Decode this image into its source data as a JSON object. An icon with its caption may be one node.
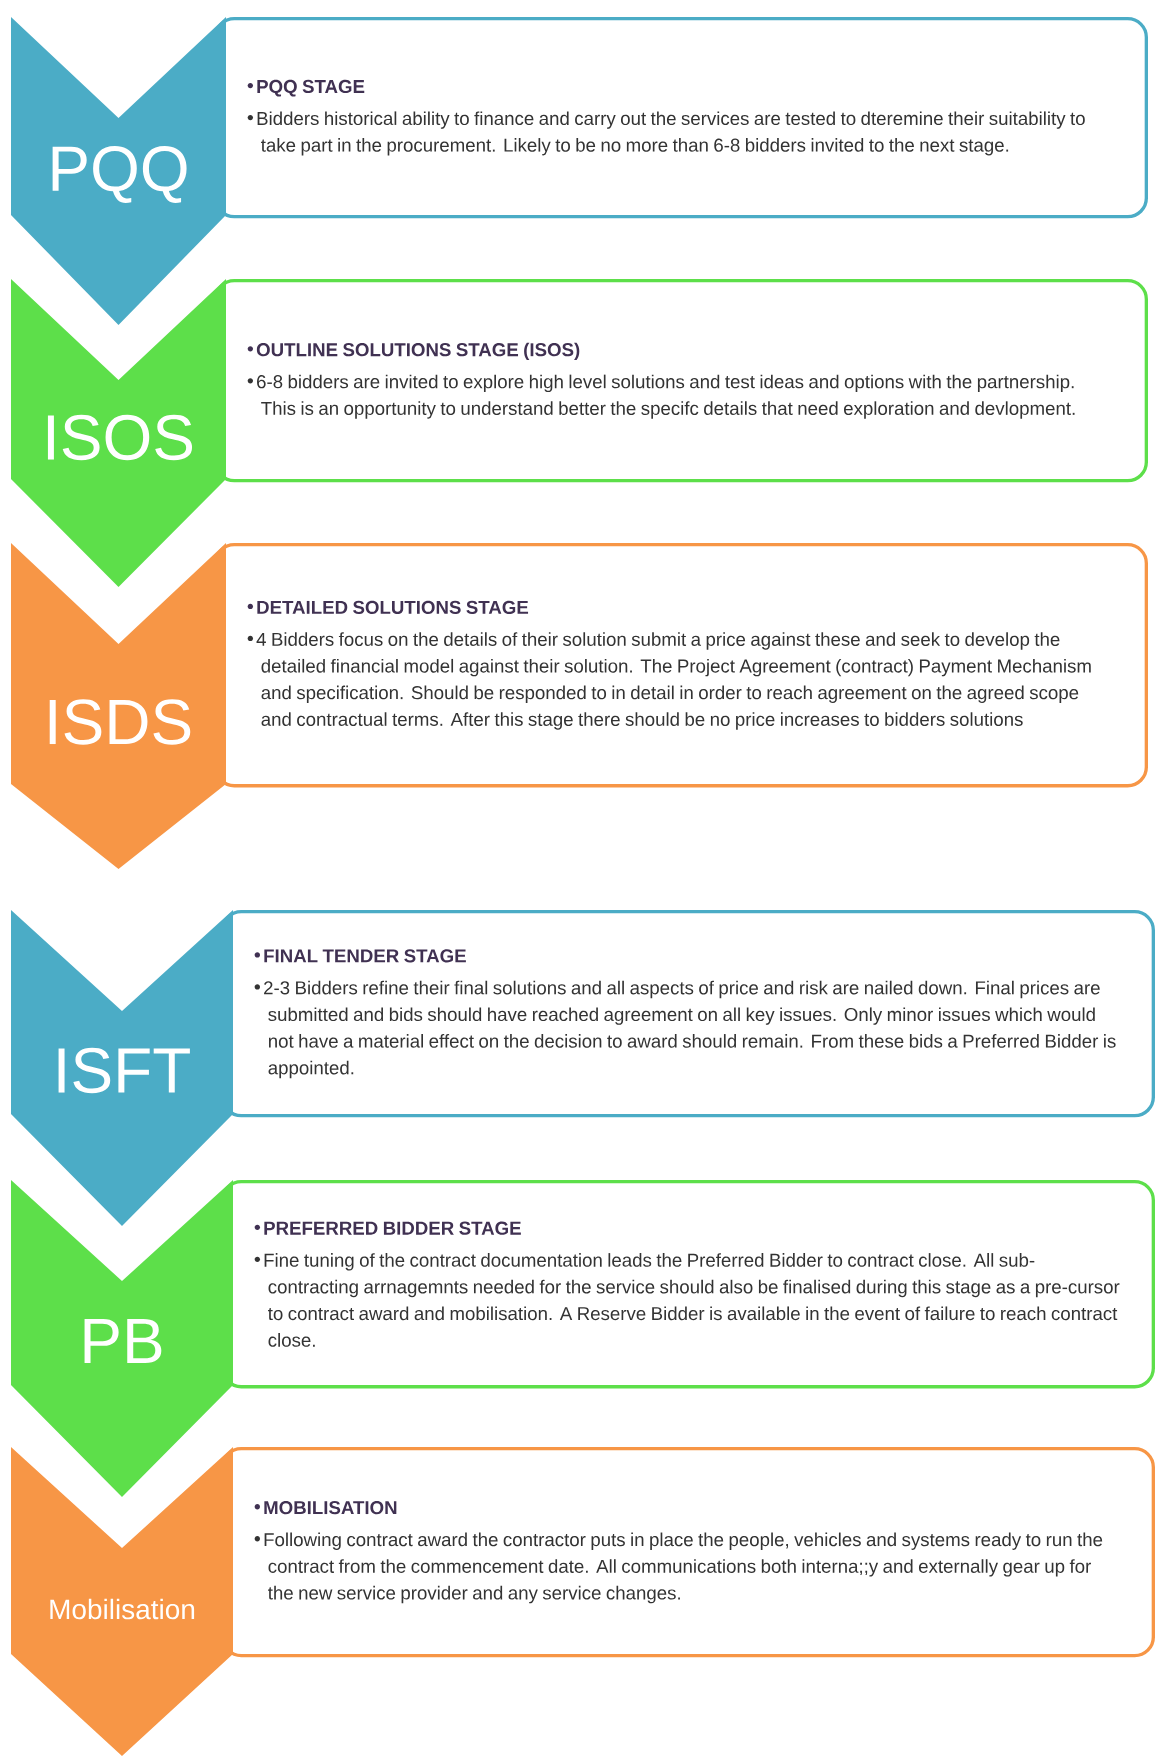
{
  "diagram": {
    "nodes": [
      {
        "text": [
          "PQQ"
        ]
      },
      {
        "text": [
          "PQQ STAGE",
          "Bidders historical ability to finance and carry out the services are tested to dteremine their suitability to take part in the procurement. Likely to be no more than 6-8 bidders invited to the next stage."
        ]
      },
      {
        "text": [
          "ISOS"
        ]
      },
      {
        "text": [
          "OUTLINE SOLUTIONS STAGE (ISOS)",
          "6-8 bidders are invited to explore high level solutions and test ideas and options with the partnership. This is an opportunity to understand better the specifc details that need exploration and devlopment."
        ]
      },
      {
        "text": [
          "ISDS"
        ]
      },
      {
        "text": [
          "DETAILED SOLUTIONS STAGE",
          "4 Bidders focus on the details of their solution submit a price against these and seek to develop the detailed financial model against their solution. The Project Agreement (contract) Payment Mechanism and specification. Should be responded to in detail in order to reach agreement on the agreed scope and contractual terms. After this stage there should be no price increases to bidders solutions"
        ]
      },
      {
        "text": [
          "ISFT"
        ]
      },
      {
        "text": [
          "FINAL TENDER STAGE",
          "2-3 Bidders refine their final solutions and all aspects of price and risk are nailed down. Final prices are submitted and bids should have reached agreement on all key issues. Only minor issues which would not have a material effect on the decision to award should remain. From these bids a Preferred Bidder is appointed."
        ]
      },
      {
        "text": [
          "PB"
        ]
      },
      {
        "text": [
          "PREFERRED BIDDER STAGE",
          "Fine tuning of the contract documentation leads the Preferred Bidder to contract close. All sub-contracting arrnagemnts needed for the service should also be finalised during this stage as a pre-cursor to contract award and mobilisation. A Reserve Bidder is available in the event of failure to reach contract close."
        ]
      },
      {
        "text": [
          "Mobilisation"
        ]
      },
      {
        "text": [
          "MOBILISATION",
          "Following contract award the contractor puts in place the people, vehicles and systems ready to run the contract from the commencement date. All communications both interna;;y and externally gear up for the new service provider and any service changes."
        ]
      }
    ]
  }
}
